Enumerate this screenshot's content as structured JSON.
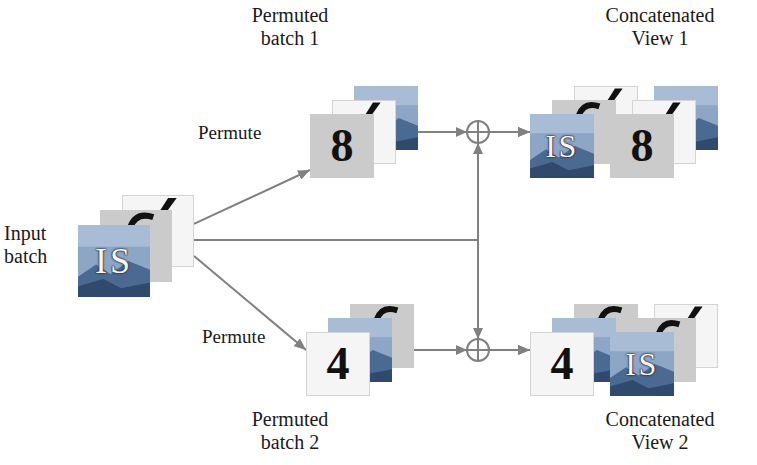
{
  "diagram": {
    "nodes": [
      {
        "text": [
          "Input batch",
          "IS"
        ]
      },
      {
        "text": [
          "Permuted batch 1",
          "8"
        ]
      },
      {
        "text": [
          "4",
          "Permuted batch 2"
        ]
      },
      {
        "text": [
          "Concatenated View 1",
          "IS",
          "8"
        ]
      },
      {
        "text": [
          "4",
          "IS",
          "Concatenated View 2"
        ]
      }
    ],
    "edges": [
      {
        "from": 0,
        "to": 1,
        "arrow": "to",
        "label": "Permute"
      },
      {
        "from": 0,
        "to": 2,
        "arrow": "to",
        "label": "Permute"
      },
      {
        "from": 1,
        "to": 3,
        "arrow": "to"
      },
      {
        "from": 0,
        "to": 3,
        "arrow": "to"
      },
      {
        "from": 2,
        "to": 4,
        "arrow": "to"
      },
      {
        "from": 0,
        "to": 4,
        "arrow": "to"
      }
    ]
  }
}
